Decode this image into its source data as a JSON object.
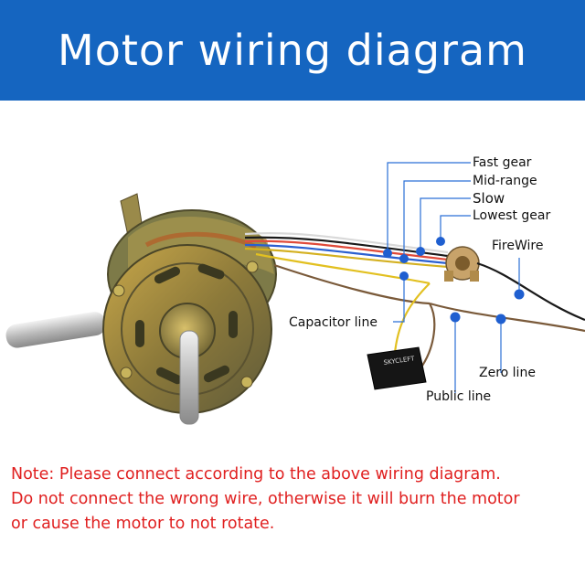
{
  "title": "Motor wiring diagram",
  "labels": {
    "fast_gear": "Fast gear",
    "mid_range": "Mid-range",
    "slow": "Slow",
    "lowest_gear": "Lowest gear",
    "firewire": "FireWire",
    "capacitor_line": "Capacitor line",
    "zero_line": "Zero line",
    "public_line": "Public line"
  },
  "note": {
    "line1": "Note: Please connect according to the above wiring diagram.",
    "line2": "Do not connect the wrong wire, otherwise it will burn the motor",
    "line3": "or cause the motor to not rotate."
  },
  "capacitor_print": {
    "brand": "SKYCLEFT"
  },
  "colors": {
    "banner": "#1565c0",
    "note": "#e02020",
    "marker": "#1f5fd0",
    "leader": "#2a6fd6"
  }
}
